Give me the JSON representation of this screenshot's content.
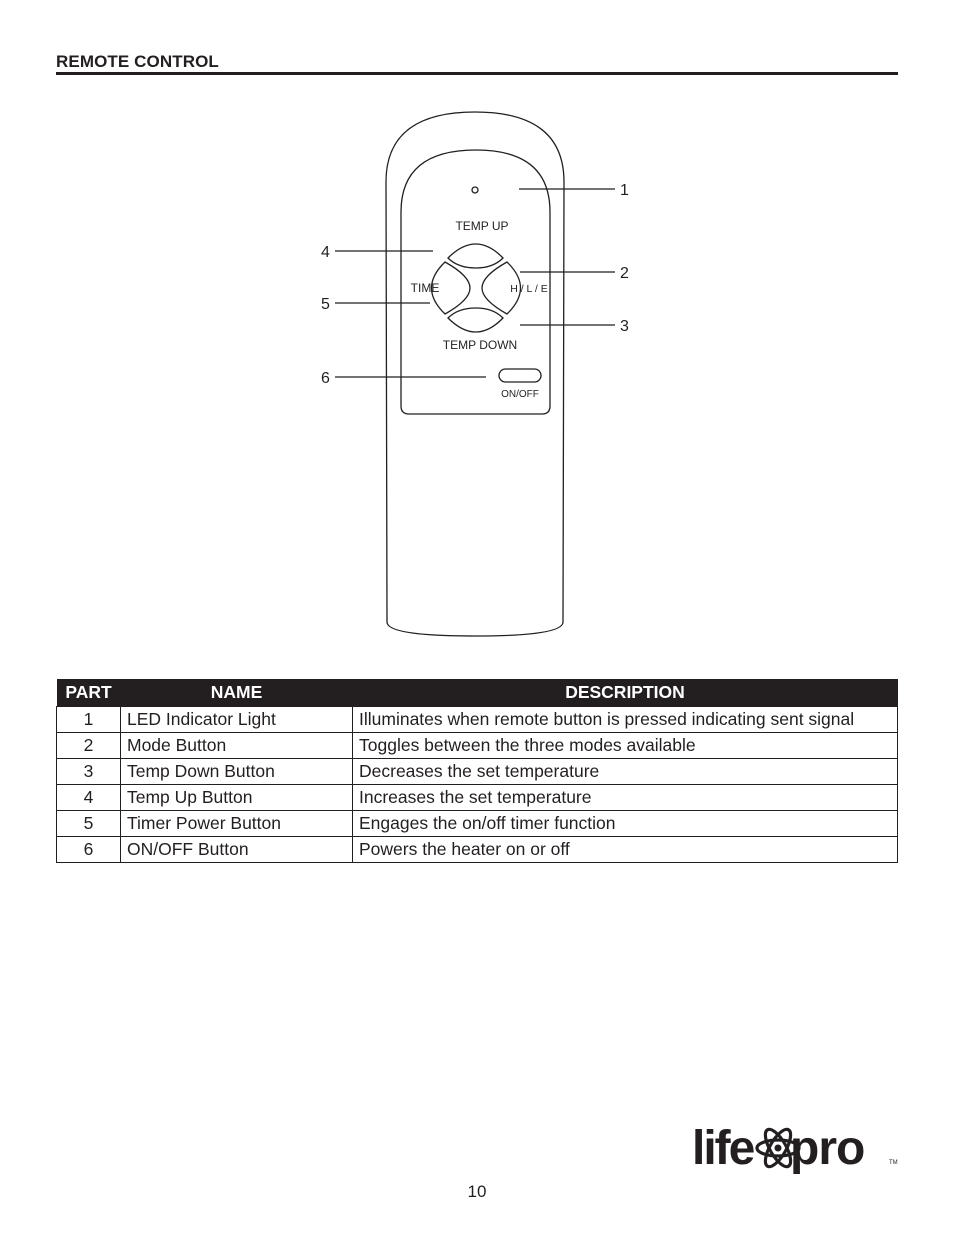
{
  "header": {
    "section_title": "REMOTE CONTROL"
  },
  "diagram": {
    "labels": {
      "temp_up": "TEMP UP",
      "temp_down": "TEMP DOWN",
      "time": "TIME",
      "mode": "H / L / E",
      "on_off": "ON/OFF"
    },
    "callouts": [
      "1",
      "2",
      "3",
      "4",
      "5",
      "6"
    ]
  },
  "table": {
    "headers": [
      "PART",
      "NAME",
      "DESCRIPTION"
    ],
    "rows": [
      {
        "part": "1",
        "name": "LED Indicator Light",
        "description": "Illuminates when remote button is pressed indicating sent signal"
      },
      {
        "part": "2",
        "name": "Mode Button",
        "description": "Toggles between the three modes available"
      },
      {
        "part": "3",
        "name": "Temp Down Button",
        "description": "Decreases the set temperature"
      },
      {
        "part": "4",
        "name": "Temp Up Button",
        "description": "Increases the set temperature"
      },
      {
        "part": "5",
        "name": "Timer Power Button",
        "description": "Engages the on/off timer function"
      },
      {
        "part": "6",
        "name": "ON/OFF Button",
        "description": "Powers the heater on or off"
      }
    ]
  },
  "logo": {
    "text": "lifepro",
    "trademark": "TM"
  },
  "footer": {
    "page_number": "10"
  },
  "colors": {
    "ink": "#231f20",
    "background": "#ffffff"
  }
}
